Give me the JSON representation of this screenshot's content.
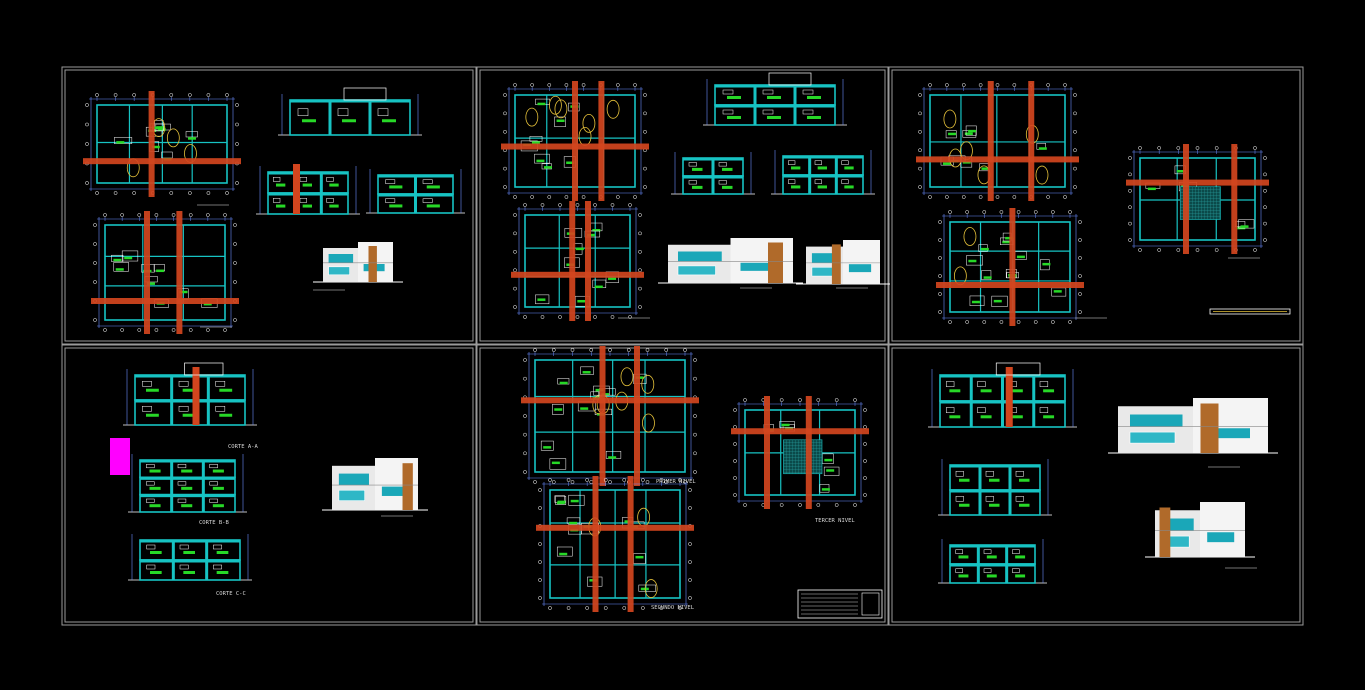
{
  "drawing": {
    "background": "#000000",
    "colors": {
      "frame": "#9a9a9a",
      "wall": "#17c3c3",
      "column": "#d2451e",
      "room": "#27d827",
      "dim": "#6a8cff",
      "white": "#ffffff",
      "magenta": "#ff00ff",
      "brown": "#b06a2a"
    },
    "labels": {
      "section_aa": "CORTE A-A",
      "section_bb": "CORTE B-B",
      "section_cc": "CORTE C-C",
      "first_level": "PRIMER NIVEL",
      "second_level": "SEGUNDO NIVEL",
      "third_level": "TERCER NIVEL"
    }
  }
}
